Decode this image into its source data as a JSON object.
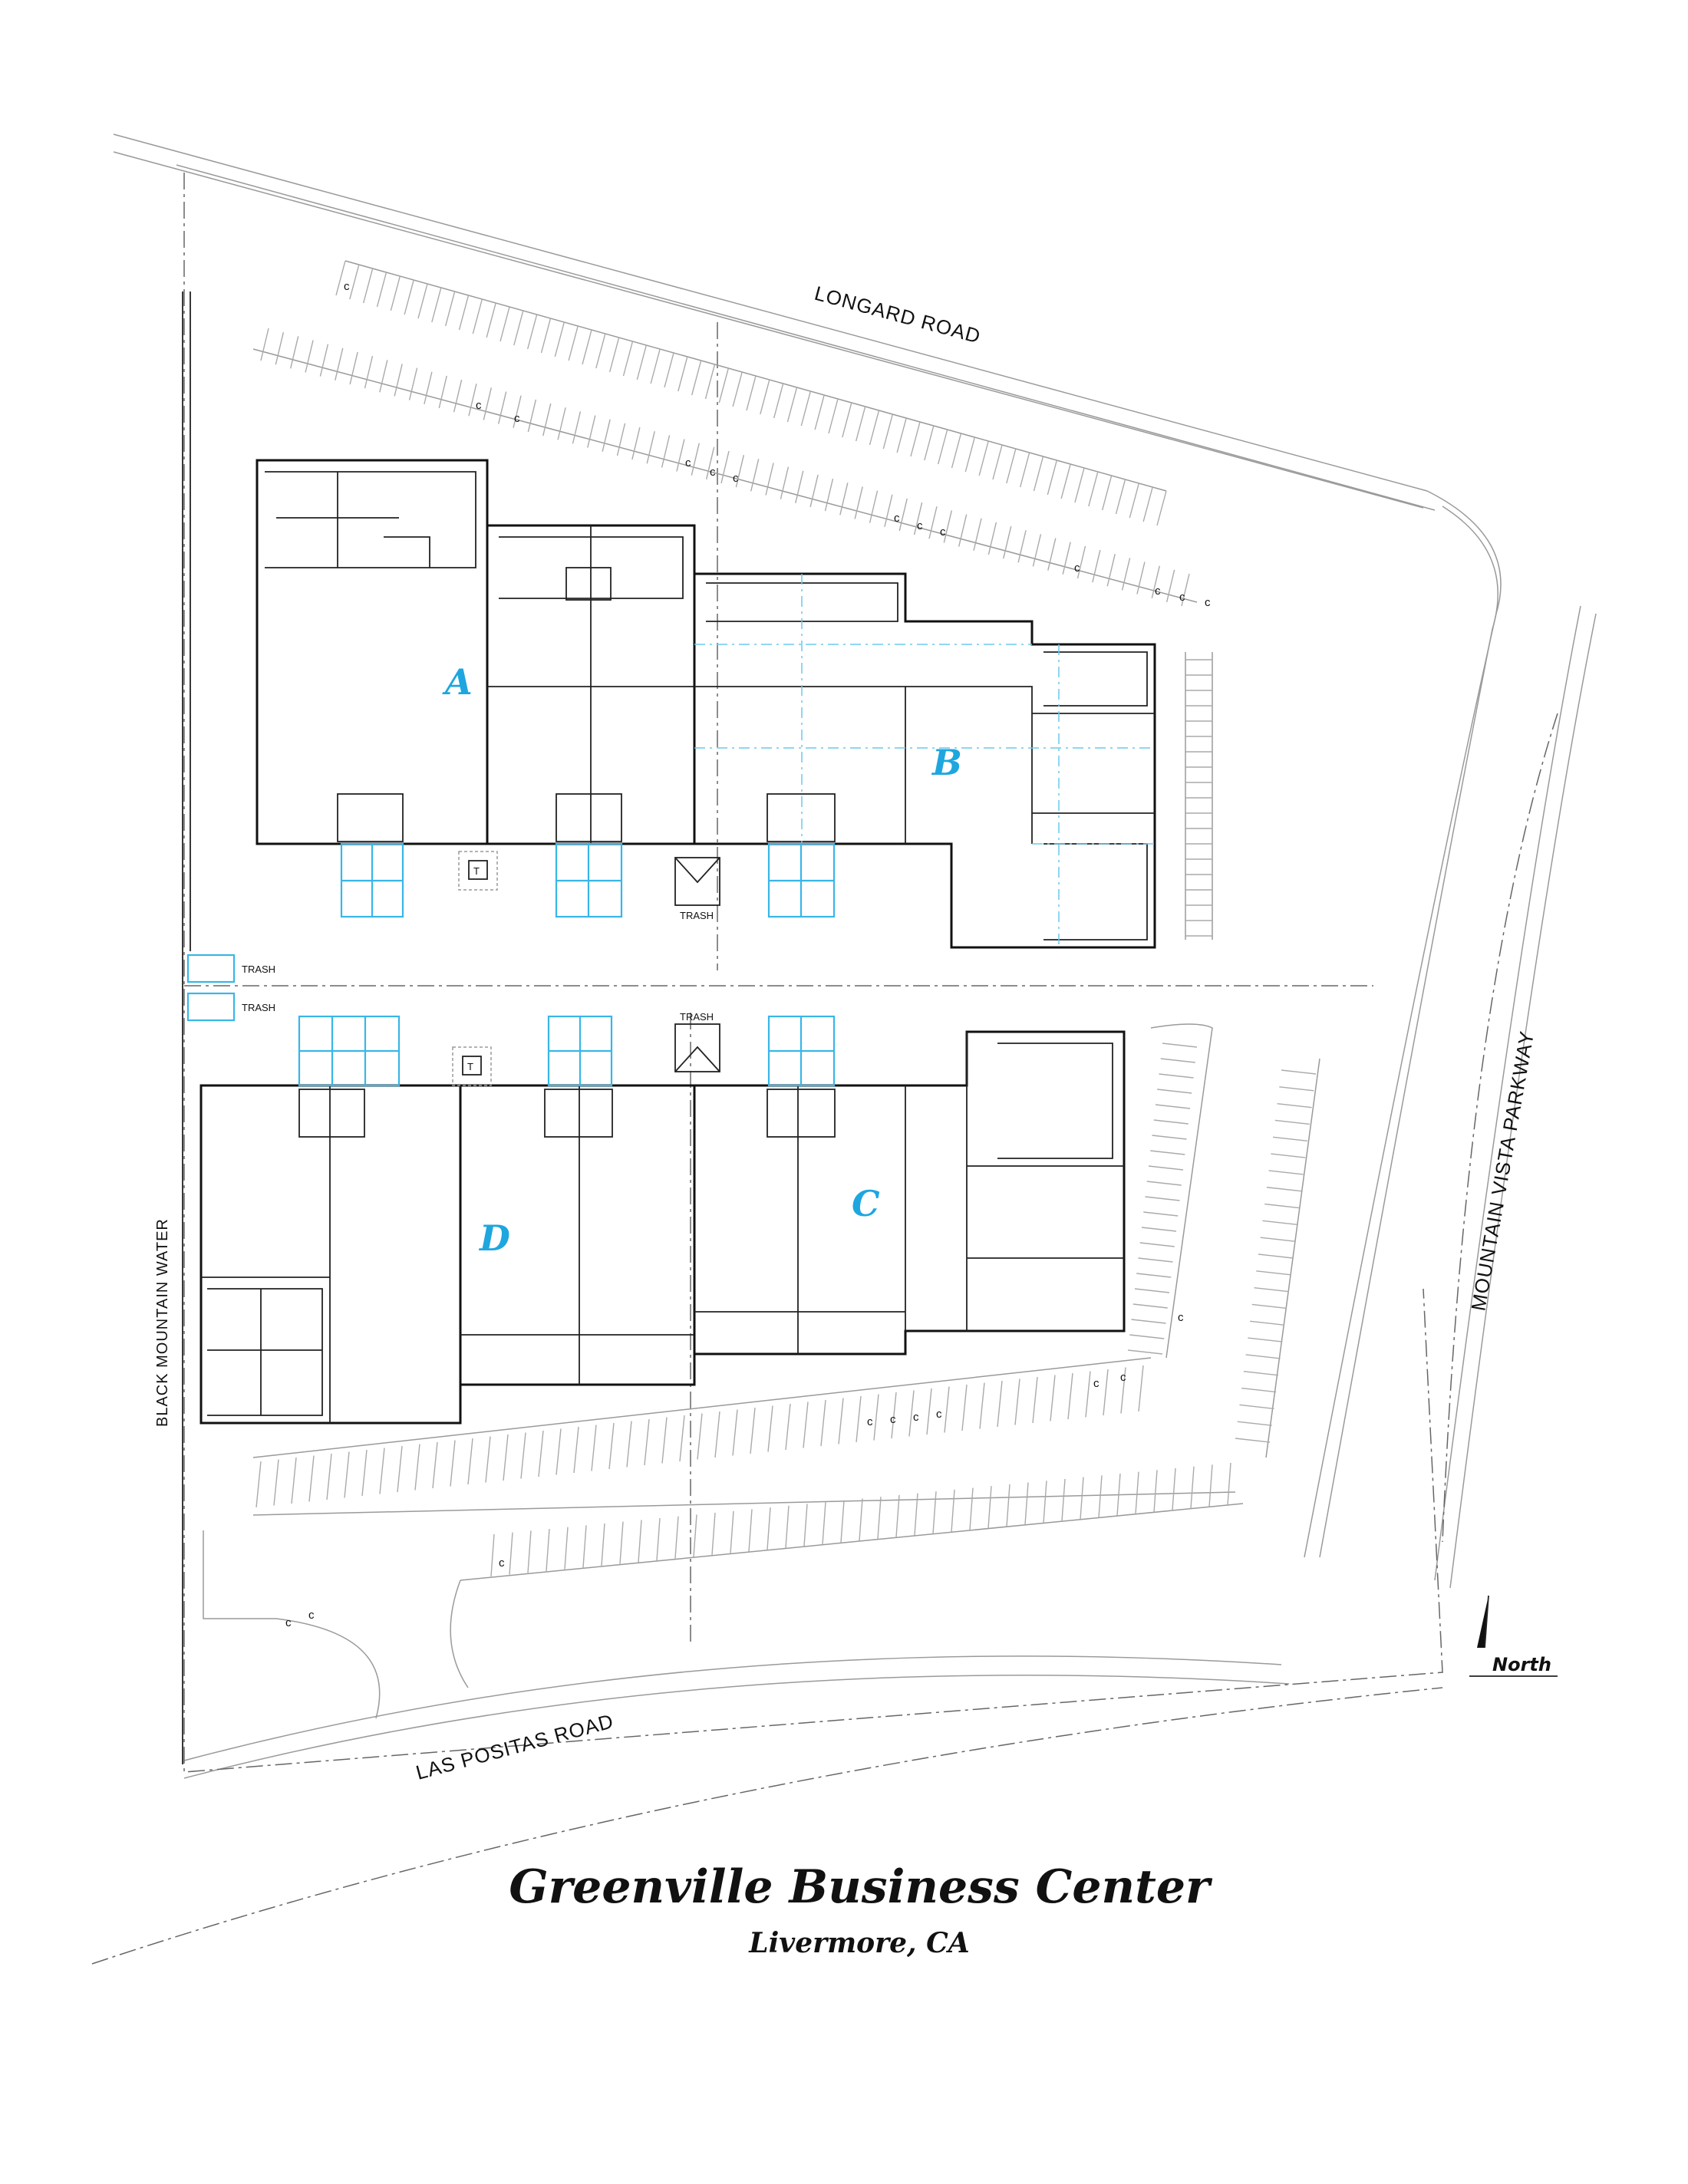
{
  "site": {
    "title": "Greenville Business Center",
    "subtitle": "Livermore,  CA"
  },
  "roads": {
    "longard": "LONGARD ROAD",
    "las_positas": "LAS POSITAS ROAD",
    "mountain_vista": "MOUNTAIN VISTA PARKWAY",
    "black_mountain": "BLACK MOUNTAIN  WATER"
  },
  "buildings": {
    "a": "A",
    "b": "B",
    "c": "C",
    "d": "D"
  },
  "labels": {
    "trash": "TRASH",
    "transformer": "T",
    "compact": "C",
    "north": "North"
  },
  "colors": {
    "building_letter": "#1ea6df",
    "loading_dock": "#38b6e8",
    "linework": "#111111"
  }
}
